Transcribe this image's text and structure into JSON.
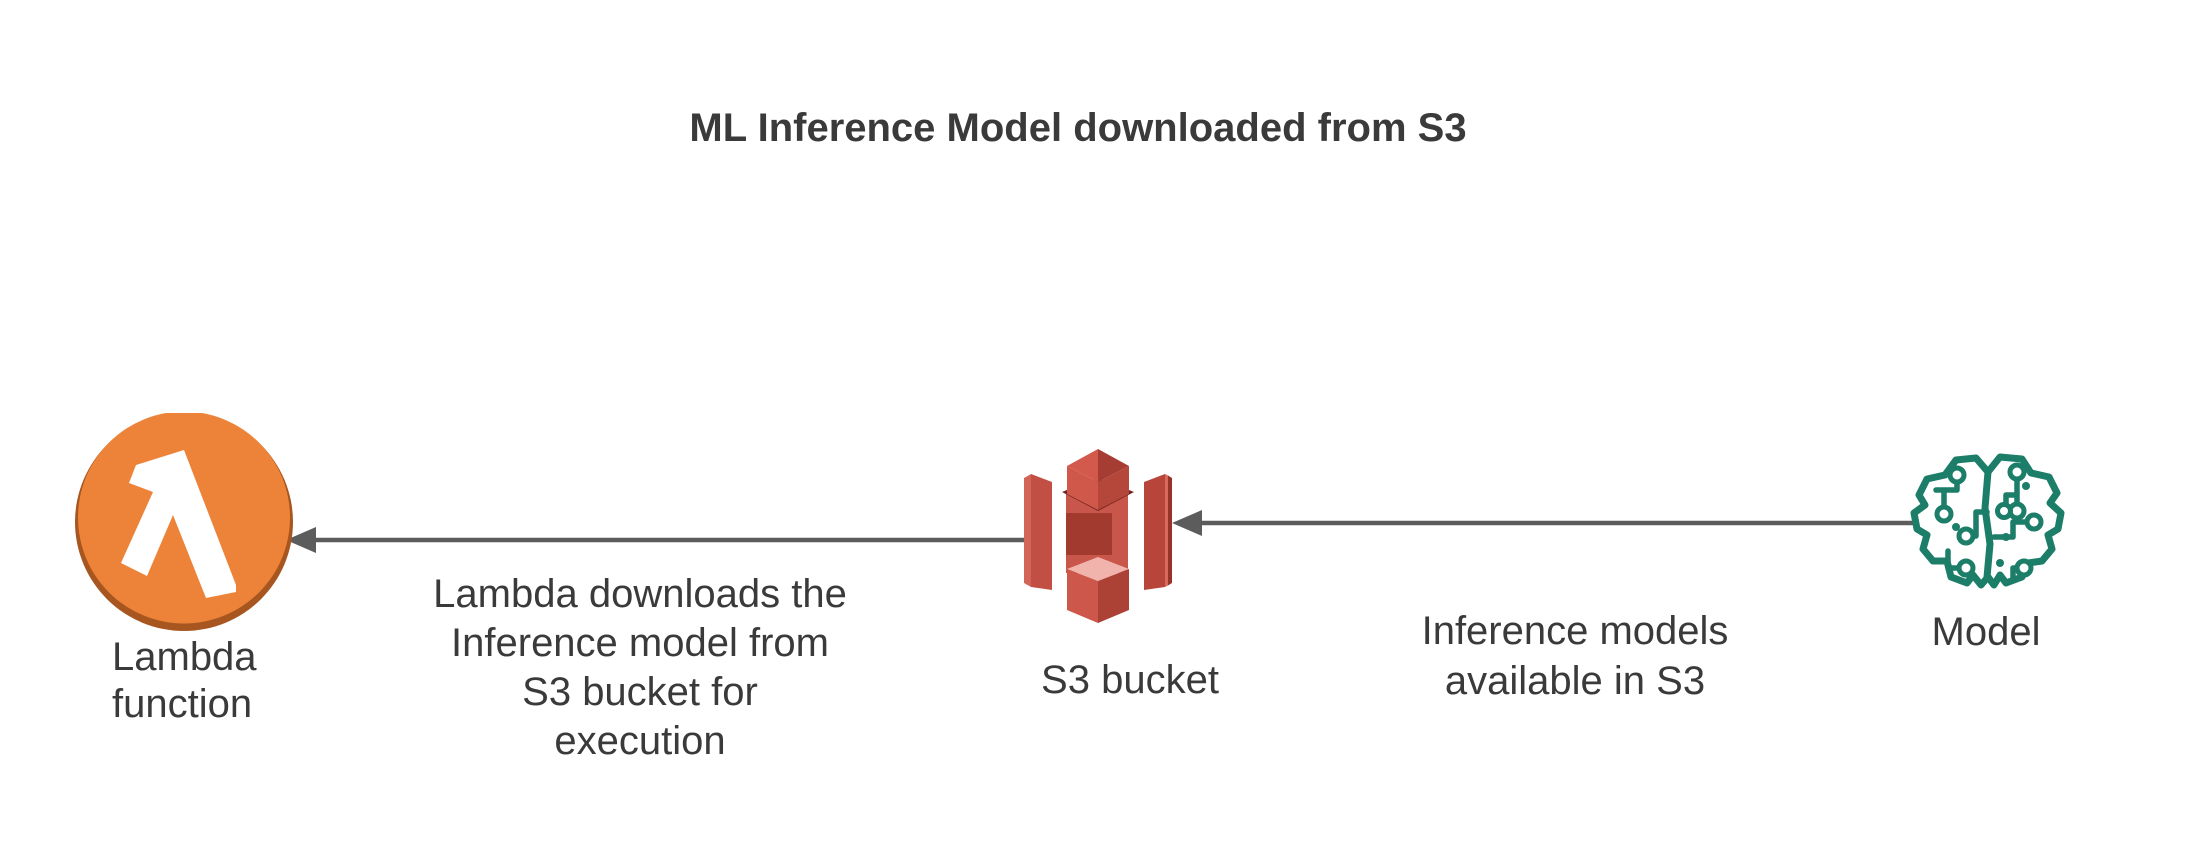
{
  "title": "ML Inference Model downloaded from S3",
  "nodes": {
    "lambda_function": {
      "label_lines": [
        "Lambda",
        "function"
      ],
      "icon": "aws-lambda-icon",
      "icon_color": "#EC8338"
    },
    "s3_bucket": {
      "label": "S3 bucket",
      "icon": "aws-s3-bucket-icon",
      "icon_color": "#C75044"
    },
    "model": {
      "label": "Model",
      "icon": "ml-model-brain-icon",
      "icon_color": "#1C7D68"
    }
  },
  "edges": {
    "s3_to_lambda": {
      "direction": "S3 bucket to Lambda function",
      "label_lines": [
        "Lambda downloads the",
        "Inference model from",
        "S3 bucket for",
        "execution"
      ]
    },
    "model_to_s3": {
      "direction": "Model to S3 bucket",
      "label_lines": [
        "Inference models",
        "available in S3"
      ]
    }
  },
  "colors": {
    "text": "#3A3A3A",
    "arrow": "#5C5C5C",
    "background": "#FFFFFF"
  }
}
